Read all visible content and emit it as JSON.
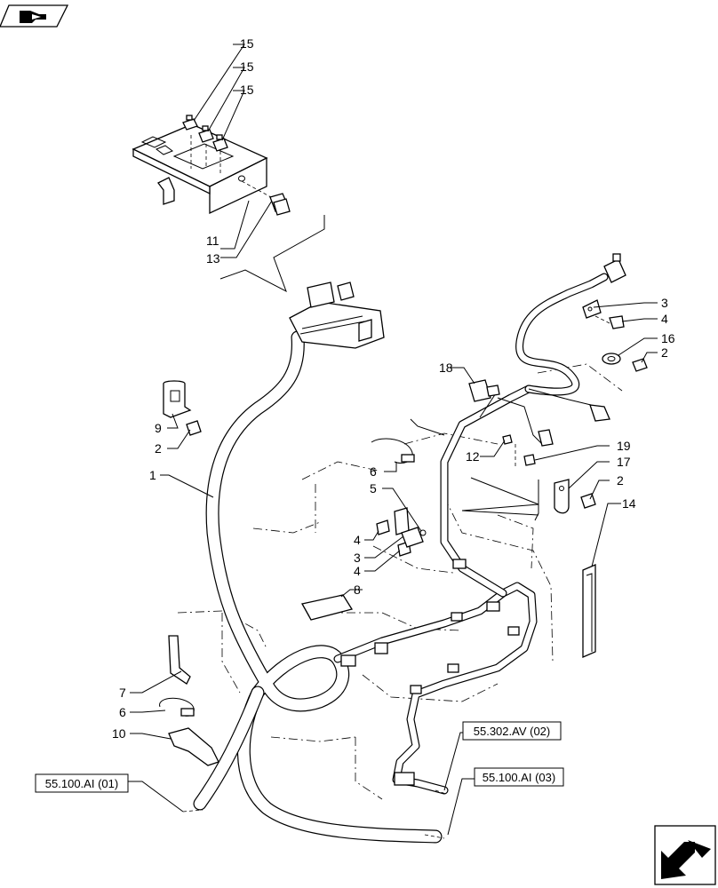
{
  "callouts": [
    {
      "id": "c15a",
      "text": "15"
    },
    {
      "id": "c15b",
      "text": "15"
    },
    {
      "id": "c15c",
      "text": "15"
    },
    {
      "id": "c11",
      "text": "11"
    },
    {
      "id": "c13",
      "text": "13"
    },
    {
      "id": "c3a",
      "text": "3"
    },
    {
      "id": "c4a",
      "text": "4"
    },
    {
      "id": "c16",
      "text": "16"
    },
    {
      "id": "c2a",
      "text": "2"
    },
    {
      "id": "c18",
      "text": "18"
    },
    {
      "id": "c9",
      "text": "9"
    },
    {
      "id": "c2b",
      "text": "2"
    },
    {
      "id": "c6a",
      "text": "6"
    },
    {
      "id": "c12",
      "text": "12"
    },
    {
      "id": "c19",
      "text": "19"
    },
    {
      "id": "c17",
      "text": "17"
    },
    {
      "id": "c1",
      "text": "1"
    },
    {
      "id": "c5",
      "text": "5"
    },
    {
      "id": "c2c",
      "text": "2"
    },
    {
      "id": "c14",
      "text": "14"
    },
    {
      "id": "c4b",
      "text": "4"
    },
    {
      "id": "c3b",
      "text": "3"
    },
    {
      "id": "c4c",
      "text": "4"
    },
    {
      "id": "c8",
      "text": "8"
    },
    {
      "id": "c7",
      "text": "7"
    },
    {
      "id": "c6b",
      "text": "6"
    },
    {
      "id": "c10",
      "text": "10"
    }
  ],
  "references": [
    {
      "id": "ref-55-302-av-02",
      "text": "55.302.AV (02)"
    },
    {
      "id": "ref-55-100-ai-03",
      "text": "55.100.AI (03)"
    },
    {
      "id": "ref-55-100-ai-01",
      "text": "55.100.AI (01)"
    }
  ],
  "icons": {
    "top_left": "hand-pointing-icon",
    "bottom_right": "next-page-arrow-icon"
  }
}
